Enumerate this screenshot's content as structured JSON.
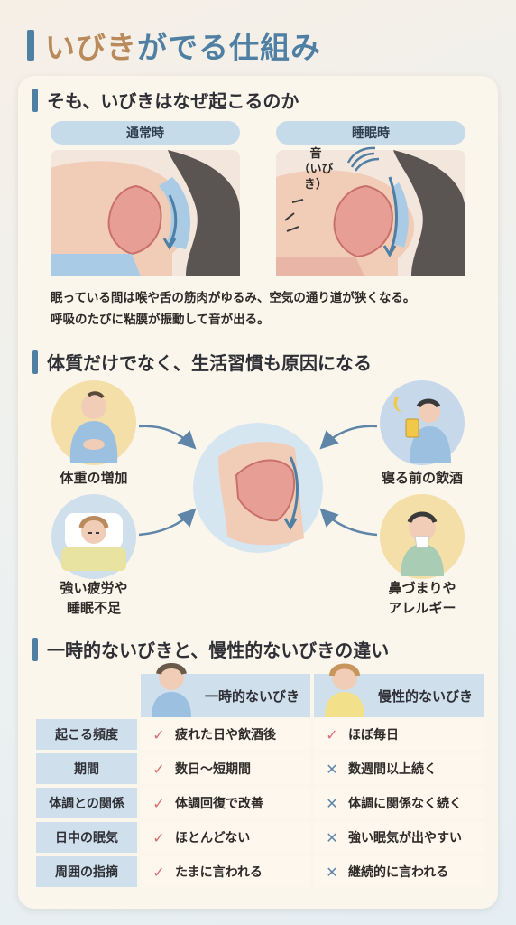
{
  "title": {
    "part1": "いびき",
    "part2": "がでる仕組み"
  },
  "sec1": {
    "heading": "そも、いびきはなぜ起こるのか",
    "normal_label": "通常時",
    "sleep_label": "睡眠時",
    "sound_label_1": "音",
    "sound_label_2": "（いびき）",
    "desc_line1": "眠っている間は喉や舌の筋肉がゆるみ、空気の通り道が狭くなる。",
    "desc_line2": "呼吸のたびに粘膜が振動して音が出る。"
  },
  "sec2": {
    "heading": "体質だけでなく、生活習慣も原因になる",
    "causes": {
      "weight": "体重の増加",
      "alcohol": "寝る前の飲酒",
      "fatigue_1": "強い疲労や",
      "fatigue_2": "睡眠不足",
      "nose_1": "鼻づまりや",
      "nose_2": "アレルギー"
    }
  },
  "sec3": {
    "heading": "一時的ないびきと、慢性的ないびきの違い",
    "col_temp": "一時的ないびき",
    "col_chronic": "慢性的ないびき",
    "rows": [
      {
        "label": "起こる頻度",
        "temp": "疲れた日や飲酒後",
        "temp_mark": "✓",
        "chronic": "ほぼ毎日",
        "chronic_mark": "✓"
      },
      {
        "label": "期間",
        "temp": "数日〜短期間",
        "temp_mark": "✓",
        "chronic": "数週間以上続く",
        "chronic_mark": "✕"
      },
      {
        "label": "体調との関係",
        "temp": "体調回復で改善",
        "temp_mark": "✓",
        "chronic": "体調に関係なく続く",
        "chronic_mark": "✕"
      },
      {
        "label": "日中の眠気",
        "temp": "ほとんどない",
        "temp_mark": "✓",
        "chronic": "強い眠気が出やすい",
        "chronic_mark": "✕"
      },
      {
        "label": "周囲の指摘",
        "temp": "たまに言われる",
        "temp_mark": "✓",
        "chronic": "継続的に言われる",
        "chronic_mark": "✕"
      }
    ]
  },
  "colors": {
    "accent_blue": "#4f7fa3",
    "accent_brown": "#b98a5c",
    "check": "#d96f6f",
    "cross": "#5f86a8"
  }
}
